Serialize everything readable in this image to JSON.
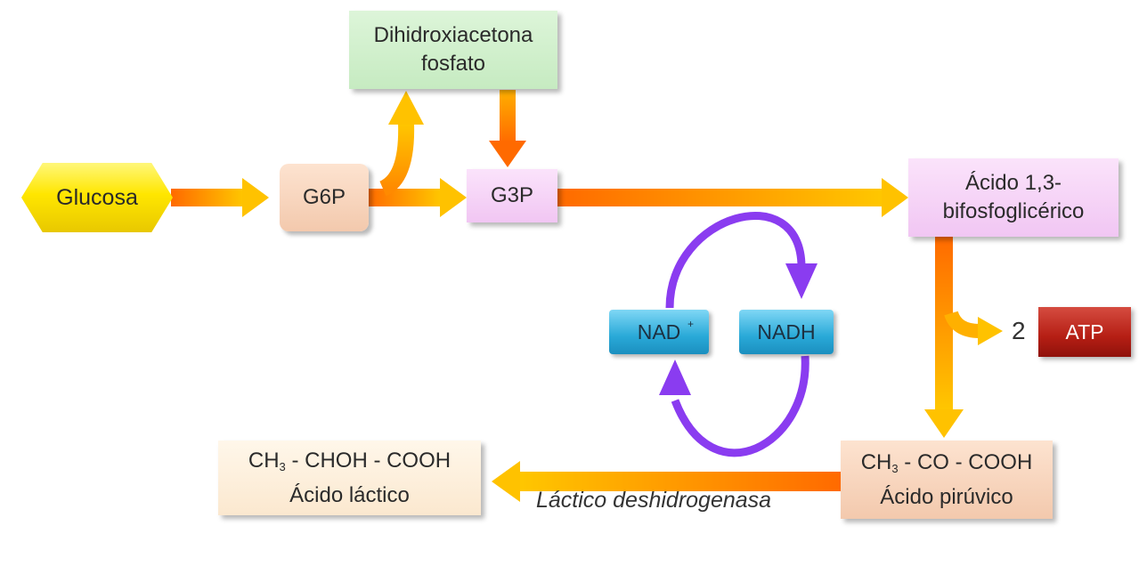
{
  "nodes": {
    "glucose": "Glucosa",
    "g6p": "G6P",
    "dhap_line1": "Dihidroxiacetona",
    "dhap_line2": "fosfato",
    "g3p": "G3P",
    "bpg_line1": "Ácido 1,3-",
    "bpg_line2": "bifosfoglicérico",
    "nad": "NAD",
    "nad_sup": "+",
    "nadh": "NADH",
    "atp_count": "2",
    "atp": "ATP",
    "lactic_ch": "CH",
    "lactic_sub": "3",
    "lactic_formula_rest": " - CHOH - COOH",
    "lactic_name": "Ácido láctico",
    "pyruvic_ch": "CH",
    "pyruvic_sub": "3",
    "pyruvic_formula_rest": " - CO - COOH",
    "pyruvic_name": "Ácido pirúvico"
  },
  "enzyme": "Láctico deshidrogenasa",
  "colors": {
    "arrow_start": "#ff6a00",
    "arrow_end": "#ffc700",
    "cycle": "#8a3cf0"
  }
}
